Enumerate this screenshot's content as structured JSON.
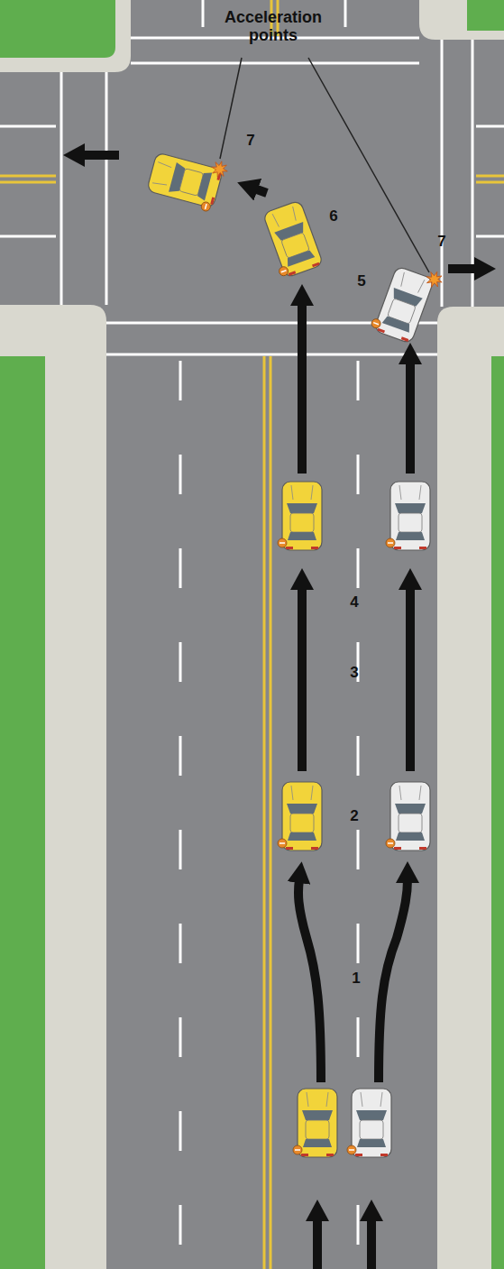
{
  "diagram": {
    "labels": [
      "Acceleration points",
      "7",
      "6",
      "5",
      "7",
      "4",
      "3",
      "2",
      "1"
    ]
  }
}
